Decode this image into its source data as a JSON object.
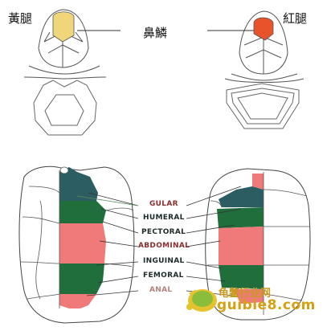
{
  "top": {
    "left_title": "黃腿",
    "right_title": "紅腿",
    "center_label": "鼻鱗"
  },
  "scute_labels": [
    {
      "text": "GULAR",
      "color": "#8a2e2e"
    },
    {
      "text": "HUMERAL",
      "color": "#1e2a2a"
    },
    {
      "text": "PECTORAL",
      "color": "#1e2a2a"
    },
    {
      "text": "ABDOMINAL",
      "color": "#8a2e2e"
    },
    {
      "text": "INGUINAL",
      "color": "#1e2a2a"
    },
    {
      "text": "FEMORAL",
      "color": "#1e2a2a"
    },
    {
      "text": "ANAL",
      "color": "#b88080"
    }
  ],
  "watermark": {
    "cn": "龟鳖行业网",
    "domain": "guibie8.com"
  },
  "colors": {
    "yellow_nasal": "#f0d67a",
    "red_nasal": "#e8532c",
    "teal_gular": "#2c5d63",
    "green": "#1f6e3c",
    "pink": "#f07a7a",
    "outline": "#555555"
  }
}
